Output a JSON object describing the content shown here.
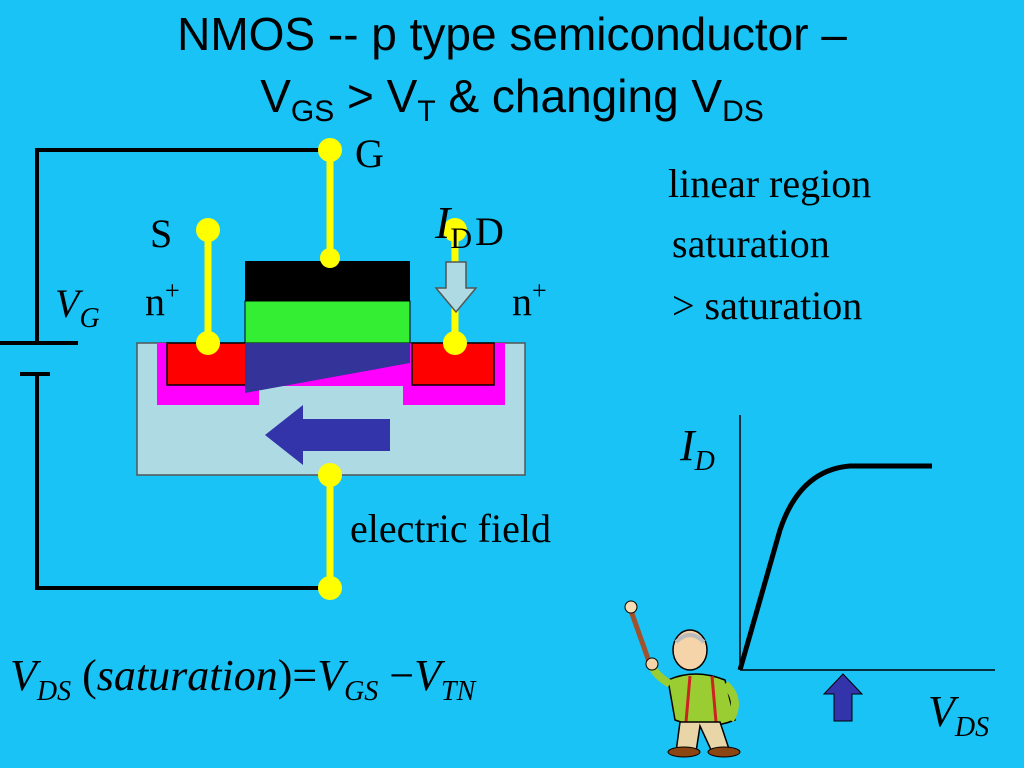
{
  "title": {
    "line1": "NMOS -- p type semiconductor –",
    "line2_v1": "V",
    "line2_sub1": "GS",
    "line2_mid": " > V",
    "line2_sub2": "T",
    "line2_mid2": " & changing V",
    "line2_sub3": "DS"
  },
  "device": {
    "gate_label": "G",
    "source_label": "S",
    "drain_label": "D",
    "source_doping": "n",
    "source_doping_sup": "+",
    "drain_doping": "n",
    "drain_doping_sup": "+",
    "id_label": "I",
    "id_sub": "D",
    "vg_label": "V",
    "vg_sub": "G",
    "field_label": "electric field"
  },
  "legend": {
    "item1": "linear region",
    "item2": "saturation",
    "item3": "> saturation"
  },
  "graph": {
    "y_label": "I",
    "y_sub": "D",
    "x_label": "V",
    "x_sub": "DS"
  },
  "equation": {
    "lhs_v": "V",
    "lhs_sub": "DS",
    "paren_open": "(",
    "paren_word": "saturation",
    "paren_close": ")",
    "equals": "=",
    "rhs1_v": "V",
    "rhs1_sub": "GS",
    "minus": "−",
    "rhs2_v": "V",
    "rhs2_sub": "TN"
  },
  "colors": {
    "background": "#19c3f5",
    "substrate": "#aedbe3",
    "n_plus": "#ff0000",
    "depletion": "#ff00ff",
    "gate_metal": "#000000",
    "gate_oxide": "#33ee33",
    "channel": "#333399",
    "lead": "#ffff00",
    "arrow": "#3333aa"
  }
}
